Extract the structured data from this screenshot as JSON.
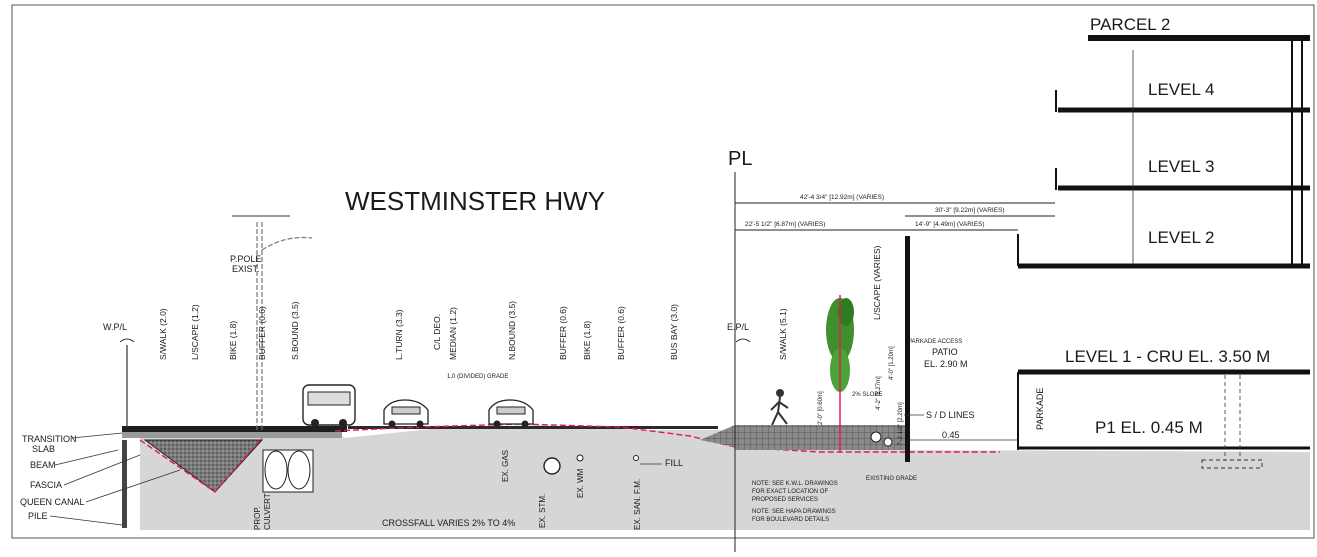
{
  "title": "WESTMINSTER HWY",
  "parcel": "PARCEL 2",
  "levels": {
    "level4": "LEVEL 4",
    "level3": "LEVEL 3",
    "level2": "LEVEL 2",
    "level1": "LEVEL 1 - CRU  EL. 3.50 M",
    "p1": "P1 EL. 0.45 M"
  },
  "property_line": "PL",
  "dimensions": {
    "d1": "42'-4 3/4\" [12.92m] (VARIES)",
    "d2": "30'-3\" [9.22m] (VARIES)",
    "d3": "22'-5 1/2\" [6.87m] (VARIES)",
    "d4": "14'-9\" [4.49m] (VARIES)"
  },
  "pole": {
    "line1": "P.POLE",
    "line2": "EXIST."
  },
  "lanes": [
    "S/WALK (2.0)",
    "L/SCAPE (1.2)",
    "BIKE (1.8)",
    "BUFFER (0.6)",
    "S.BOUND (3.5)",
    "L.TURN (3.3)",
    "C/L DEO.",
    "MEDIAN (1.2)",
    "N.BOUND (3.5)",
    "BUFFER (0.6)",
    "BIKE (1.8)",
    "BUFFER (0.6)",
    "BUS BAY (3.0)",
    "S/WALK (5.1)",
    "L/SCAPE (VARIES)"
  ],
  "markers": {
    "wpl": "W.P/L",
    "epl": "E.P/L"
  },
  "left_labels": {
    "transition1": "TRANSITION",
    "transition2": "SLAB",
    "beam": "BEAM",
    "fascia": "FASCIA",
    "canal": "QUEEN CANAL",
    "pile": "PILE"
  },
  "culvert": {
    "line1": "PROP.",
    "line2": "CULVERT"
  },
  "utilities": {
    "gas": "EX. GAS",
    "stm": "EX. STM.",
    "wm": "EX. WM",
    "san": "EX. SAN. F.M."
  },
  "crossfall": "CROSSFALL VARIES 2% TO 4%",
  "fill": "FILL",
  "grade_note": "1.0 (DIVIDED) GRADE",
  "patio": {
    "line1": "PATIO",
    "line2": "EL. 2.90 M"
  },
  "sd_lines": "S / D LINES",
  "slope_val": "0.45",
  "parkade": "PARKADE",
  "parkade_access": "PARKADE ACCESS",
  "slope": "2% SLOPE",
  "existing_grade": "EXISTING GRADE",
  "small_dims": {
    "a": "2'-0\" [0.60m]",
    "b": "4'-0\" [1.20m]",
    "c": "4'-2\" [1.27m]",
    "d": "7'-2 1/2\" [2.20m]"
  },
  "notes": {
    "l1": "NOTE: SEE K.W.L. DRAWINGS",
    "l2": "FOR EXACT LOCATION OF",
    "l3": "PROPOSED SERVICES",
    "l4": "NOTE: SEE HAPA DRAWINGS",
    "l5": "FOR BOULEVARD DETAILS"
  }
}
